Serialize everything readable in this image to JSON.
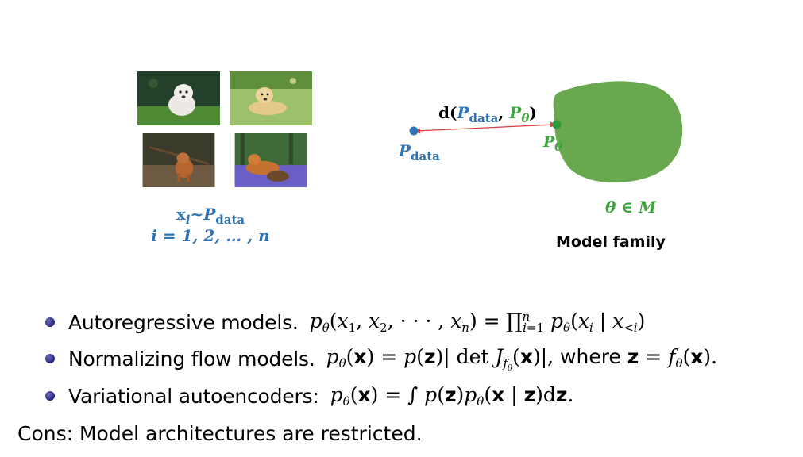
{
  "images": {
    "photos": [
      {
        "name": "dog-photo-1",
        "desc": "white fluffy dog running on grass"
      },
      {
        "name": "dog-photo-2",
        "desc": "golden retriever lying on grass"
      },
      {
        "name": "dog-photo-3",
        "desc": "dog carrying stick on forest path"
      },
      {
        "name": "dog-photo-4",
        "desc": "dog lying among bluebells"
      }
    ]
  },
  "samples": {
    "line1": {
      "x": "x",
      "i": "i",
      "tilde": "~",
      "P": "P",
      "data": "data"
    },
    "line2": {
      "text": "i = 1, 2, … , n"
    }
  },
  "diagram": {
    "distance": {
      "d": "d(",
      "P1": "P",
      "data": "data",
      "comma": ", ",
      "P2": "P",
      "theta": "θ",
      "close": ")"
    },
    "p_data": {
      "P": "P",
      "data": "data"
    },
    "p_theta": {
      "P": "P",
      "theta": "θ"
    },
    "theta_in_m": "θ ∈ M",
    "caption": "Model family",
    "colors": {
      "blue": "#2e74b5",
      "green": "#69a84f",
      "arrow": "#e23b3b"
    }
  },
  "bullets": [
    {
      "label": "Autoregressive models."
    },
    {
      "label": "Normalizing flow models."
    },
    {
      "label": "Variational autoencoders:"
    }
  ],
  "cons": "Cons: Model architectures are restricted."
}
